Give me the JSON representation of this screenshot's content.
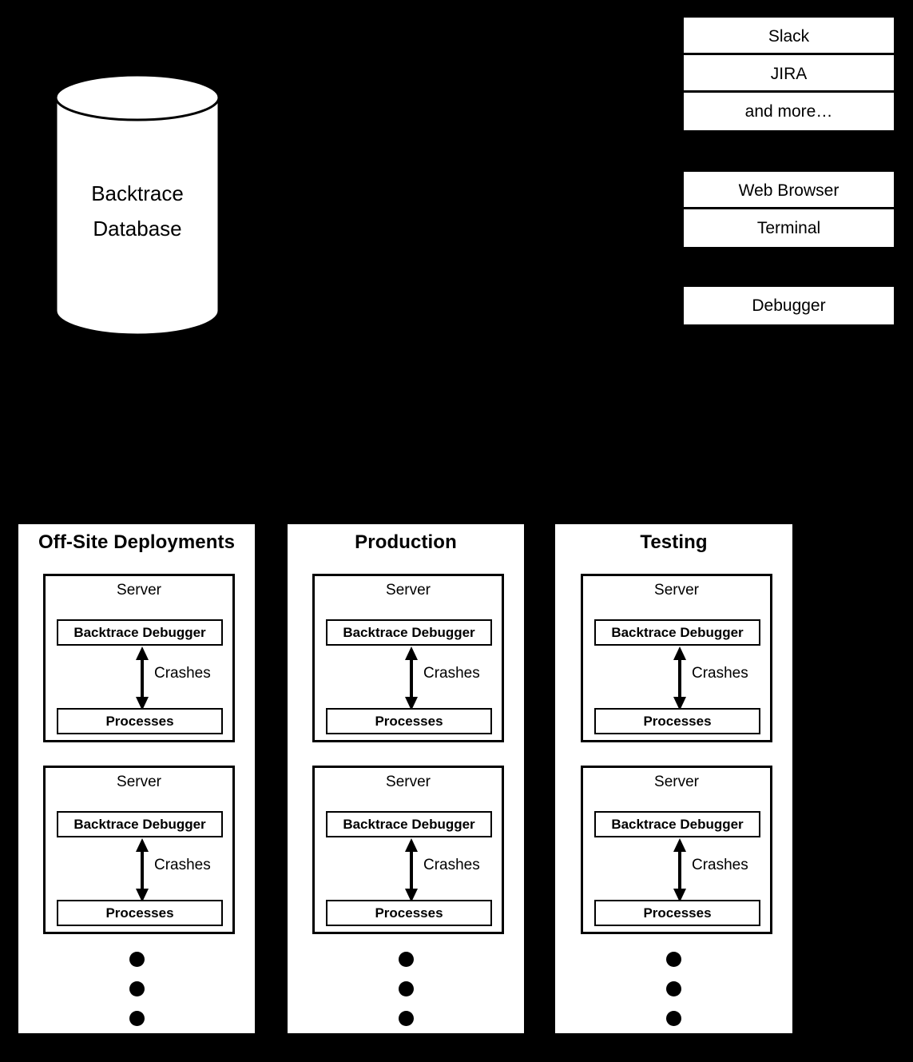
{
  "background_color": "#000000",
  "shape_fill": "#ffffff",
  "stroke_color": "#000000",
  "database": {
    "name": "backtrace-database-cylinder",
    "line1": "Backtrace",
    "line2": "Database"
  },
  "stacks": [
    {
      "name": "integrations",
      "rows": [
        "Slack",
        "JIRA",
        "and more…"
      ]
    },
    {
      "name": "clients",
      "rows": [
        "Web Browser",
        "Terminal"
      ]
    },
    {
      "name": "debugger",
      "rows": [
        "Debugger"
      ]
    }
  ],
  "panels": [
    {
      "title": "Off-Site Deployments",
      "servers": [
        {
          "title": "Server",
          "debugger": "Backtrace Debugger",
          "arrow_label": "Crashes",
          "processes": "Processes"
        },
        {
          "title": "Server",
          "debugger": "Backtrace Debugger",
          "arrow_label": "Crashes",
          "processes": "Processes"
        }
      ],
      "ellipsis_dots": 3
    },
    {
      "title": "Production",
      "servers": [
        {
          "title": "Server",
          "debugger": "Backtrace Debugger",
          "arrow_label": "Crashes",
          "processes": "Processes"
        },
        {
          "title": "Server",
          "debugger": "Backtrace Debugger",
          "arrow_label": "Crashes",
          "processes": "Processes"
        }
      ],
      "ellipsis_dots": 3
    },
    {
      "title": "Testing",
      "servers": [
        {
          "title": "Server",
          "debugger": "Backtrace Debugger",
          "arrow_label": "Crashes",
          "processes": "Processes"
        },
        {
          "title": "Server",
          "debugger": "Backtrace Debugger",
          "arrow_label": "Crashes",
          "processes": "Processes"
        }
      ],
      "ellipsis_dots": 3
    }
  ]
}
